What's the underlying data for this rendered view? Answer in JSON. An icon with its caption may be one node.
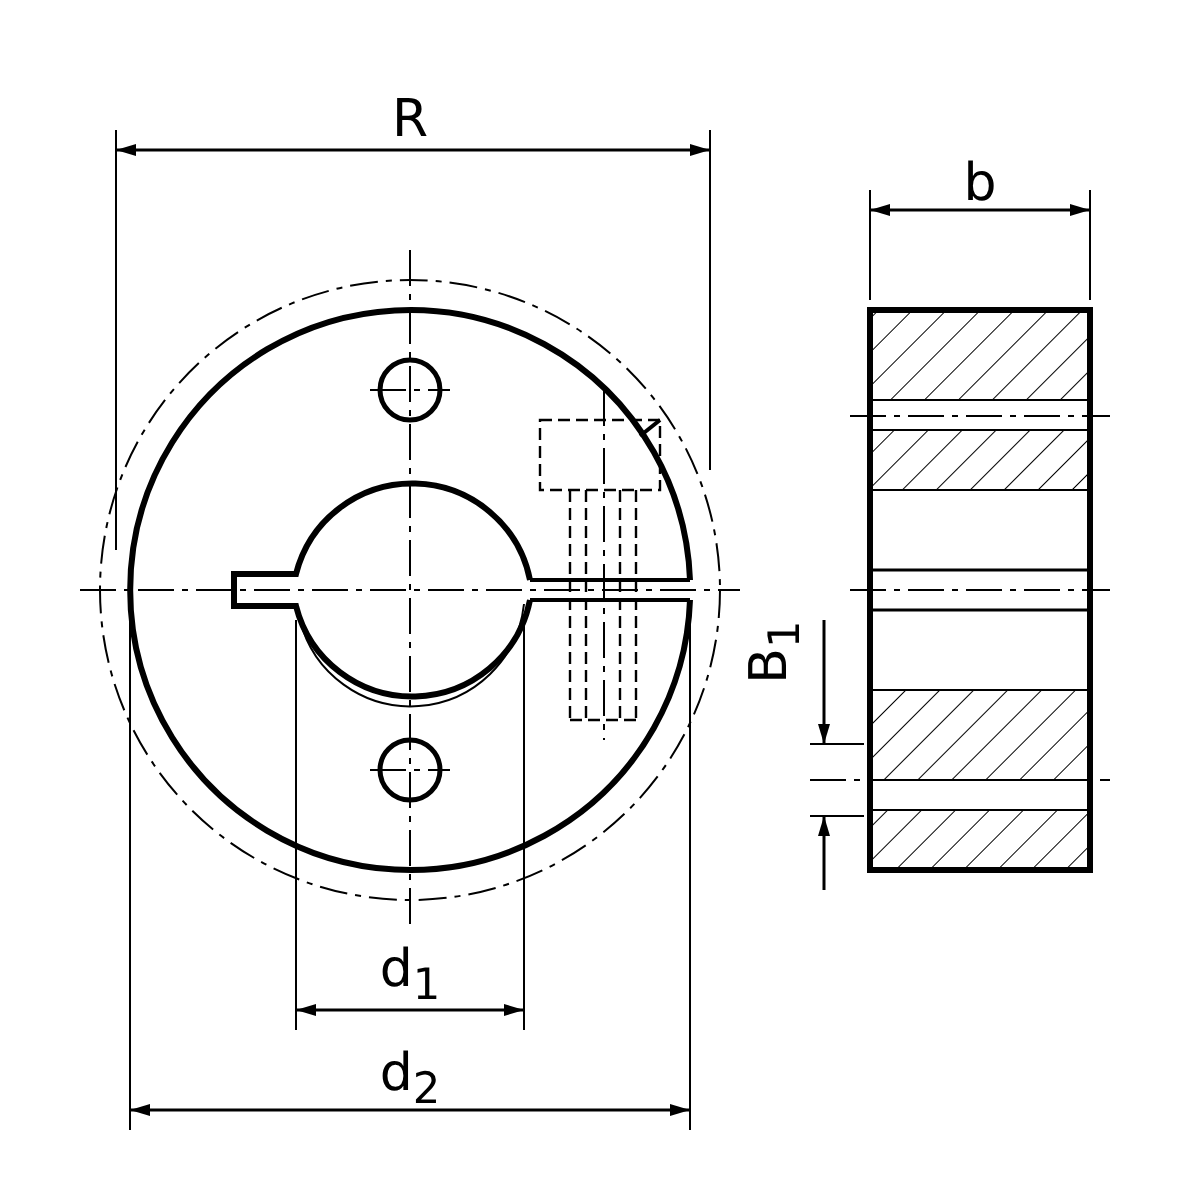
{
  "diagram": {
    "labels": [
      "R",
      "b",
      "B$_{1}$",
      "d$_{1}$",
      "d$_{2}$"
    ]
  }
}
